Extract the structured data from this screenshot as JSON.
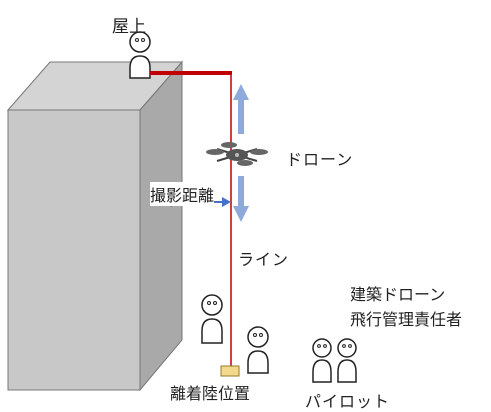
{
  "labels": {
    "roof": "屋上",
    "drone": "ドローン",
    "shooting_distance": "撮影距離",
    "line": "ライン",
    "manager_line1": "建築ドローン",
    "manager_line2": "飛行管理責任者",
    "landing_position": "離着陸位置",
    "pilot": "パイロット"
  },
  "colors": {
    "building_front": "#c8c8c8",
    "building_side": "#a9a9a9",
    "building_top": "#d4d4d4",
    "rope": "#c00000",
    "arrow_vertical": "#8eaadb",
    "arrow_distance": "#4472c4",
    "landing_pad": "#f2d98c",
    "drone_body": "#555555"
  },
  "icons": [
    "person-icon",
    "drone-icon",
    "landing-pad-icon"
  ]
}
